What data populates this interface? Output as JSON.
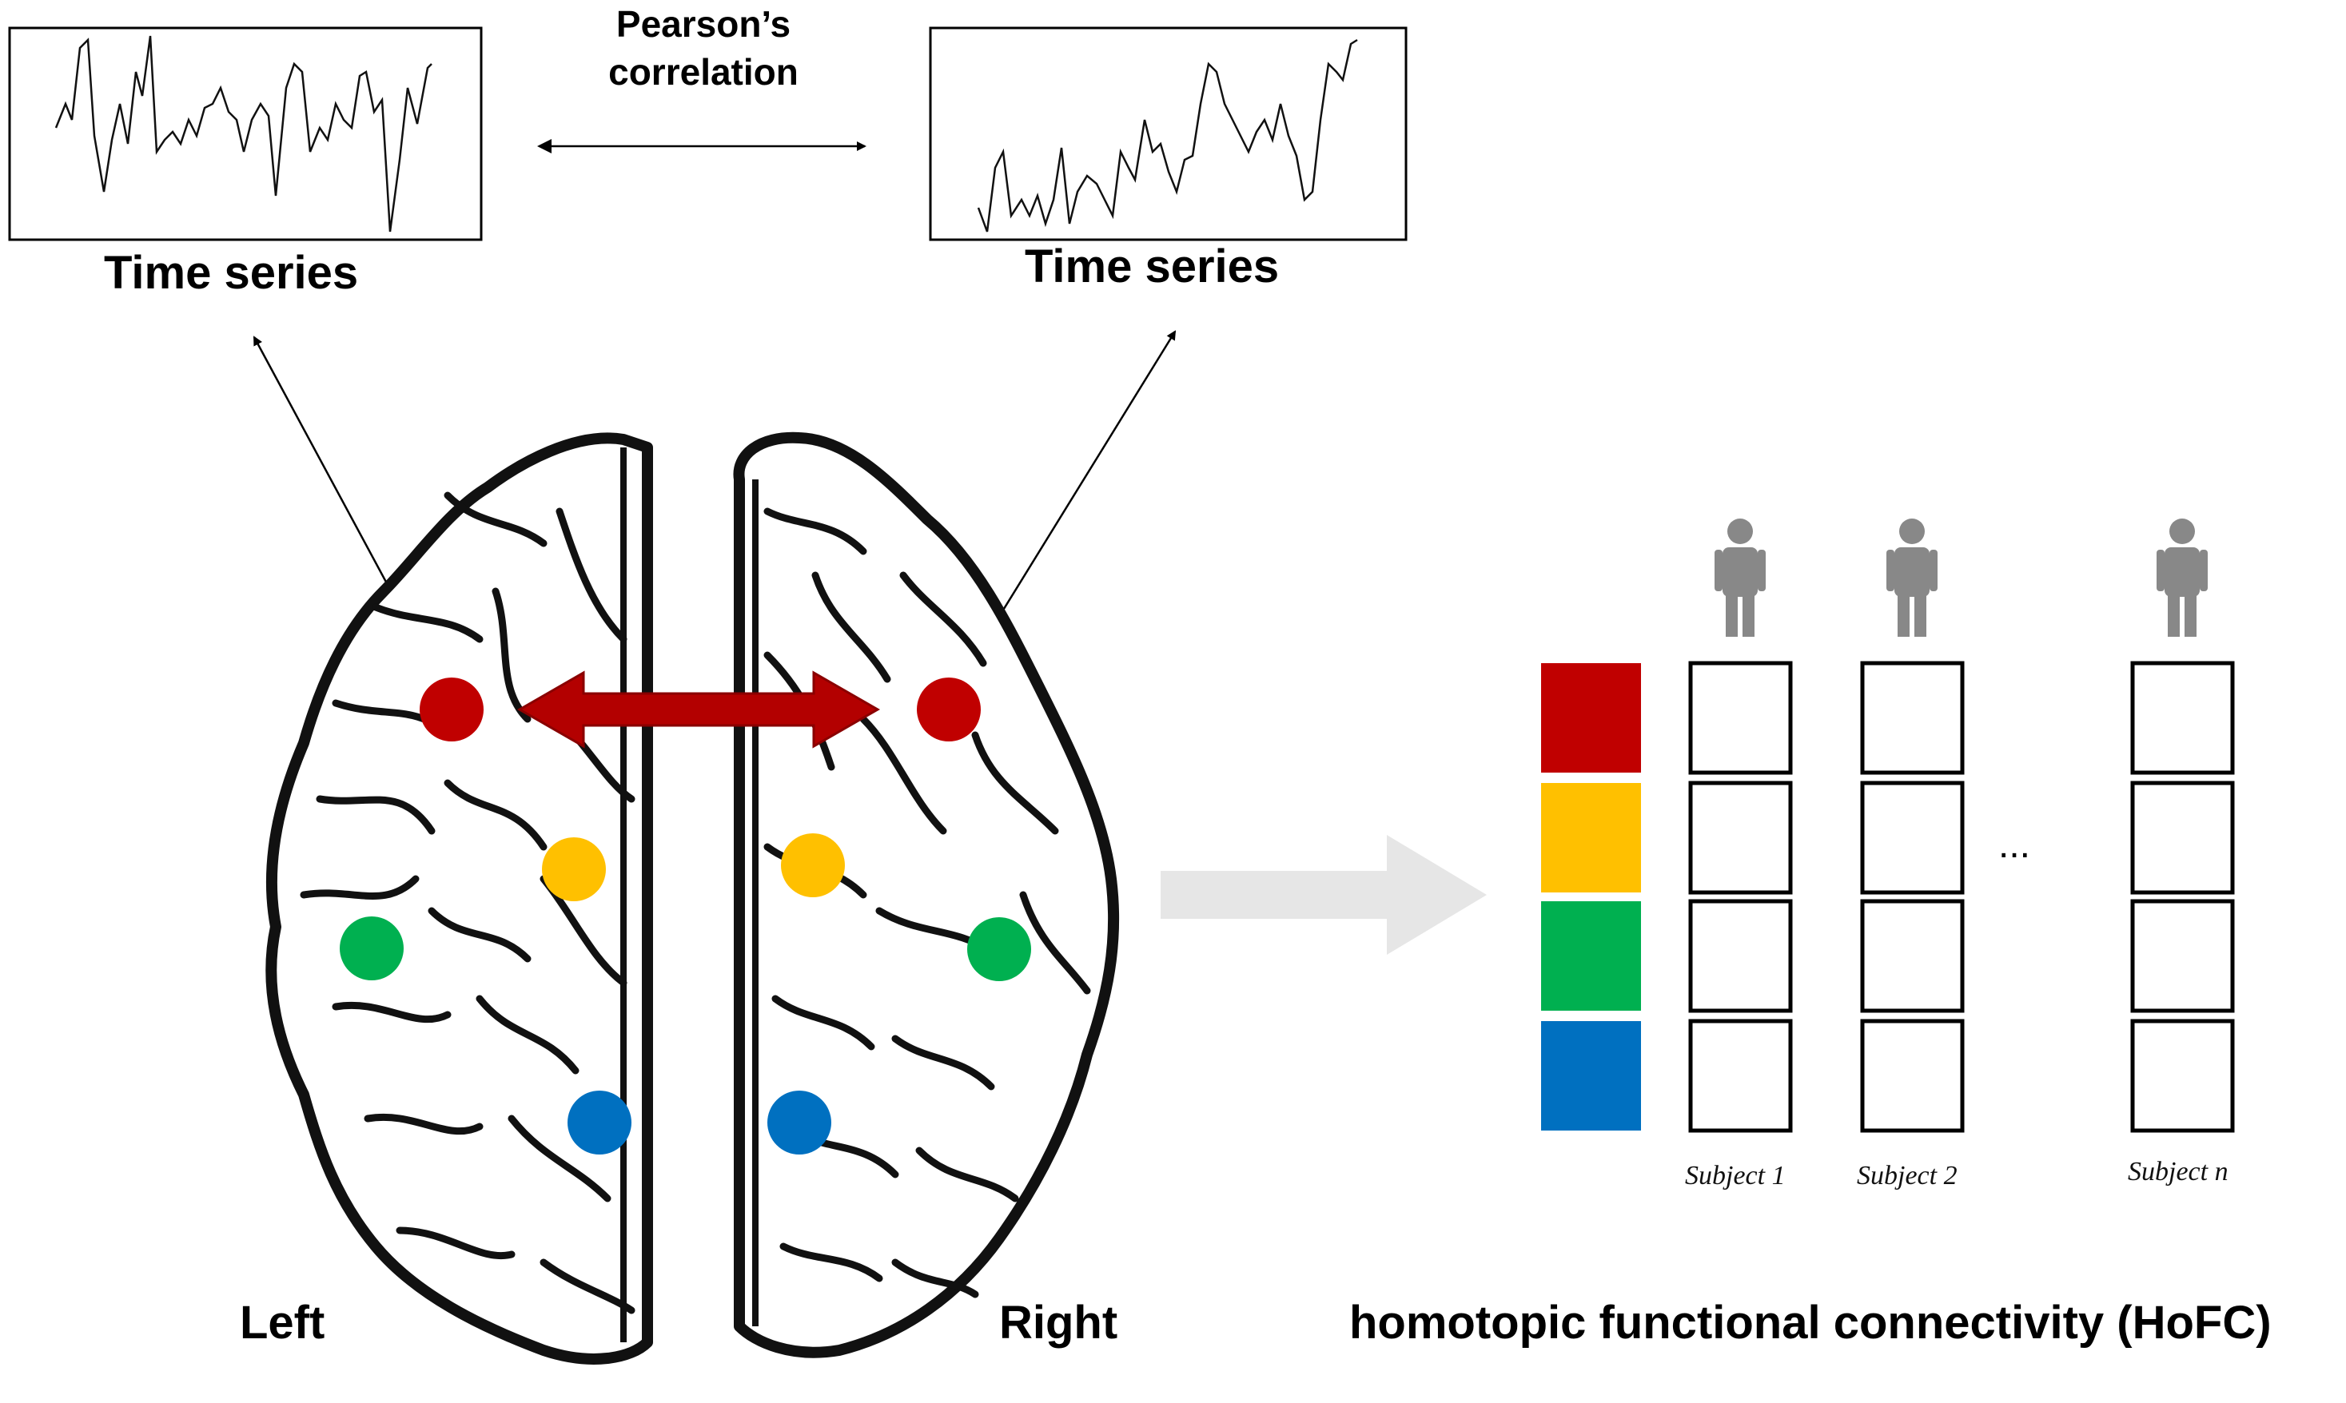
{
  "labels": {
    "pearson": "Pearson’s\ncorrelation",
    "ts_left": "Time series",
    "ts_right": "Time series",
    "left": "Left",
    "right": "Right",
    "hofc": "homotopic functional connectivity (HoFC)",
    "ellipsis": "..."
  },
  "subjects": [
    "Subject 1",
    "Subject 2",
    "Subject n"
  ],
  "regions": [
    {
      "color": "#c00000"
    },
    {
      "color": "#ffc000"
    },
    {
      "color": "#00b050"
    },
    {
      "color": "#0070c0"
    }
  ],
  "colors": {
    "connection_arrow": "#b30000",
    "flow_arrow": "#e6e6e6",
    "person_icon": "#888888",
    "outline": "#111111"
  },
  "icons": [
    "person-icon",
    "brain-illustration"
  ]
}
